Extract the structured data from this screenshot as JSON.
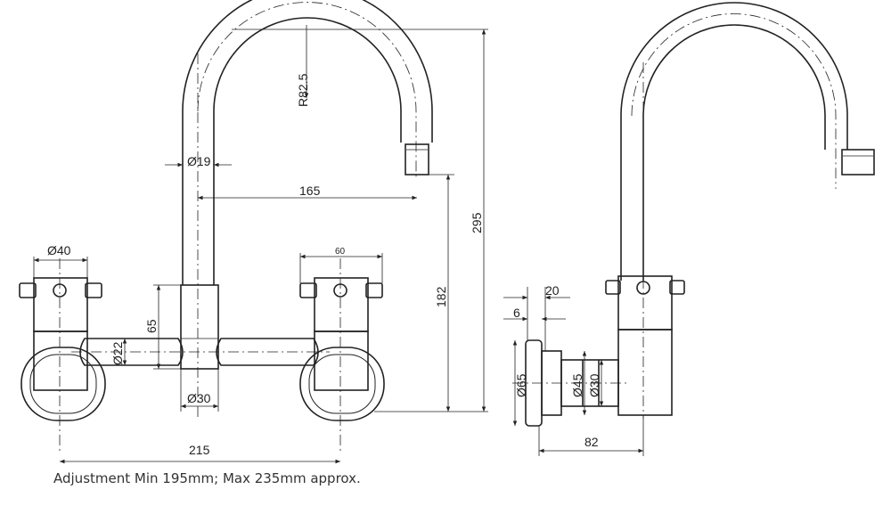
{
  "front_view": {
    "dimensions": {
      "spout_radius": "R82.5",
      "spout_diameter": "Ø19",
      "spout_reach": "165",
      "total_height": "295",
      "outlet_height": "182",
      "handle_diameter": "Ø40",
      "handle_width": "60",
      "body_height": "65",
      "pipe_diameter": "Ø22",
      "body_diameter": "Ø30",
      "centres": "215"
    }
  },
  "side_view": {
    "dimensions": {
      "flange_depth": "20",
      "flange_thickness": "6",
      "flange_diameter": "Ø65",
      "collar_diameter": "Ø45",
      "body_diameter": "Ø30",
      "projection": "82"
    }
  },
  "footnote": "Adjustment Min 195mm; Max 235mm approx."
}
